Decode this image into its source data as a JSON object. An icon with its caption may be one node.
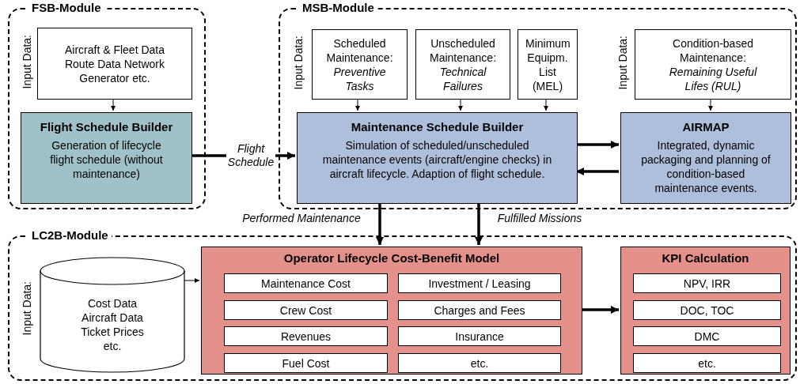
{
  "diagram": {
    "nodes": [
      {
        "text": [
          "FSB-Module"
        ]
      },
      {
        "text": [
          "Aircraft & Fleet Data Route Data Network Generator etc."
        ],
        "in": 0
      },
      {
        "text": [
          "Flight Schedule Builder",
          "Generation of lifecycle flight schedule (without maintenance)"
        ],
        "in": 0
      },
      {
        "text": [
          "MSB-Module"
        ]
      },
      {
        "text": [
          "Scheduled Maintenance: *Preventive Tasks*"
        ],
        "in": 3
      },
      {
        "text": [
          "Unscheduled Maintenance: *Technical Failures*"
        ],
        "in": 3
      },
      {
        "text": [
          "Minimum Equipm. List (MEL)"
        ],
        "in": 3
      },
      {
        "text": [
          "Condition-based Maintenance: *Remaining Useful Lifes (RUL)*"
        ],
        "in": 3
      },
      {
        "text": [
          "Maintenance Schedule Builder",
          "Simulation of scheduled/unscheduled maintenance events (aircraft/engine checks) in aircraft lifecycle. Adaption of flight schedule."
        ],
        "in": 3
      },
      {
        "text": [
          "AIRMAP",
          "Integrated, dynamic packaging and planning of condition-based maintenance events."
        ],
        "in": 3
      },
      {
        "text": [
          "LC2B-Module"
        ]
      },
      {
        "text": [
          "Cost Data Aircraft Data Ticket Prices etc."
        ],
        "in": 10
      },
      {
        "text": [
          "Operator Lifecycle Cost-Benefit Model"
        ],
        "in": 10
      },
      {
        "text": [
          "Maintenance Cost"
        ],
        "in": 12
      },
      {
        "text": [
          "Investment / Leasing"
        ],
        "in": 12
      },
      {
        "text": [
          "Crew Cost"
        ],
        "in": 12
      },
      {
        "text": [
          "Charges and Fees"
        ],
        "in": 12
      },
      {
        "text": [
          "Revenues"
        ],
        "in": 12
      },
      {
        "text": [
          "Insurance"
        ],
        "in": 12
      },
      {
        "text": [
          "Fuel Cost"
        ],
        "in": 12
      },
      {
        "text": [
          "etc."
        ],
        "in": 12
      },
      {
        "text": [
          "KPI Calculation"
        ],
        "in": 10
      },
      {
        "text": [
          "NPV, IRR"
        ],
        "in": 21
      },
      {
        "text": [
          "DOC, TOC"
        ],
        "in": 21
      },
      {
        "text": [
          "DMC"
        ],
        "in": 21
      },
      {
        "text": [
          "etc."
        ],
        "in": 21
      }
    ],
    "edges": [
      {
        "from": 1,
        "to": 2,
        "arrow": "to"
      },
      {
        "from": 2,
        "to": 8,
        "arrow": "to",
        "label": "Flight Schedule",
        "style": "thick"
      },
      {
        "from": 4,
        "to": 8,
        "arrow": "to"
      },
      {
        "from": 5,
        "to": 8,
        "arrow": "to"
      },
      {
        "from": 6,
        "to": 8,
        "arrow": "to"
      },
      {
        "from": 7,
        "to": 9,
        "arrow": "to"
      },
      {
        "from": 8,
        "to": 9,
        "arrow": "to",
        "style": "thick"
      },
      {
        "from": 9,
        "to": 8,
        "arrow": "to",
        "style": "thick"
      },
      {
        "from": 8,
        "to": 12,
        "arrow": "to",
        "label": "Performed Maintenance",
        "style": "thick"
      },
      {
        "from": 8,
        "to": 12,
        "arrow": "to",
        "label": "Fulfilled Missions",
        "style": "thick"
      },
      {
        "from": 11,
        "to": 12,
        "arrow": "to"
      },
      {
        "from": 12,
        "to": 21,
        "arrow": "to",
        "style": "thick"
      }
    ],
    "labels": [
      "Input Data:",
      "Input Data:",
      "Input Data:",
      "Input Data:"
    ]
  }
}
